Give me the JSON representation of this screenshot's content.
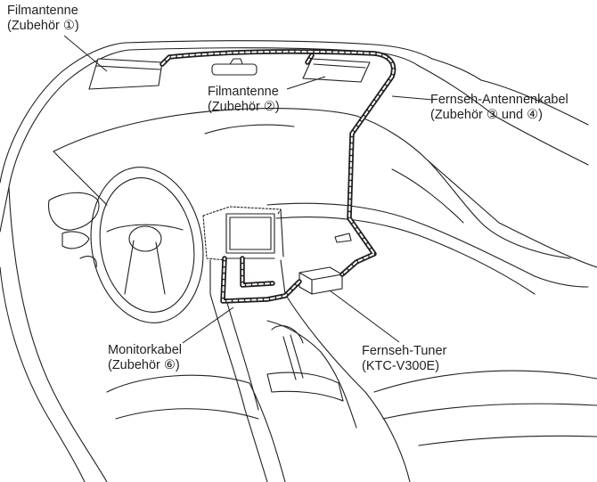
{
  "callouts": {
    "film_antenna_1": {
      "line1": "Filmantenne",
      "line2": "(Zubehör ①)"
    },
    "film_antenna_2": {
      "line1": "Filmantenne",
      "line2": "(Zubehör ②)"
    },
    "tv_antenna_cable": {
      "line1": "Fernseh-Antennenkabel",
      "line2": "(Zubehör ③ und ④)"
    },
    "monitor_cable": {
      "line1": "Monitorkabel",
      "line2": "(Zubehör ⑥)"
    },
    "tv_tuner": {
      "line1": "Fernseh-Tuner",
      "line2": "(KTC-V300E)"
    }
  },
  "colors": {
    "line": "#231f20",
    "text": "#231f20",
    "background": "#ffffff"
  }
}
